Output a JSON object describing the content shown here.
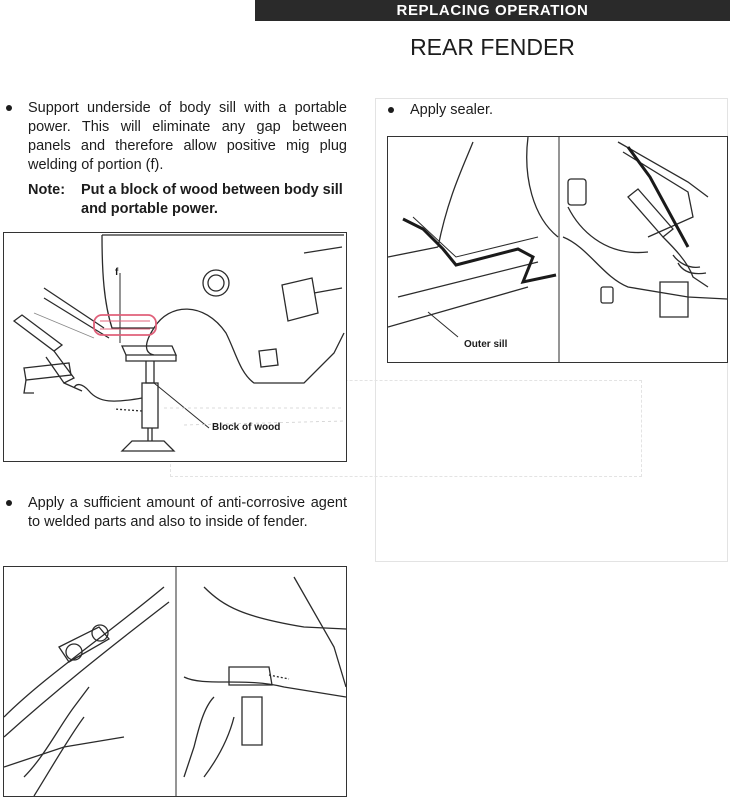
{
  "header": {
    "section": "REPLACING OPERATION",
    "title": "REAR FENDER"
  },
  "steps": [
    {
      "text": "Support underside of body sill with a portable power. This will eliminate any gap between panels and therefore allow positive mig plug welding of portion (f)."
    },
    {
      "text": "Apply sealer."
    },
    {
      "text": "Apply a sufficient amount of anti-corrosive agent to welded parts and also to inside of fender."
    }
  ],
  "note": {
    "label": "Note:",
    "text": "Put a block of wood between body sill and portable power."
  },
  "figures": {
    "fig1": {
      "label_f": "f",
      "label_block": "Block of wood"
    },
    "fig2": {
      "label_sill": "Outer sill"
    }
  },
  "accent_color": "#e0607a"
}
